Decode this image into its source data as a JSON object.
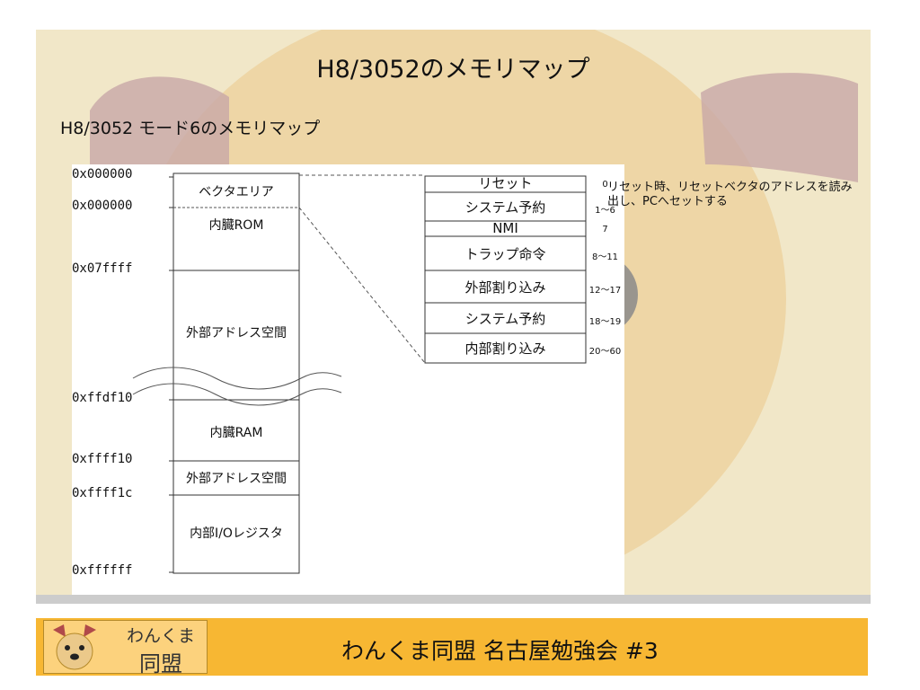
{
  "slide": {
    "title": "H8/3052のメモリマップ",
    "subtitle": "H8/3052 モード6のメモリマップ",
    "note": "リセット時、リセットベクタのアドレスを読み出し、PCへセットする"
  },
  "memory_map": {
    "blocks": [
      {
        "label": "ベクタエリア"
      },
      {
        "label": "内臓ROM"
      },
      {
        "label": "外部アドレス空間"
      },
      {
        "label": "内臓RAM"
      },
      {
        "label": "外部アドレス空間"
      },
      {
        "label": "内部I/Oレジスタ"
      }
    ],
    "addresses": [
      "0x000000",
      "0x000000",
      "0x07ffff",
      "0xffdf10",
      "0xffff10",
      "0xffff1c",
      "0xffffff"
    ]
  },
  "vector_table": {
    "rows": [
      {
        "label": "リセット",
        "num": "0"
      },
      {
        "label": "システム予約",
        "num": "1〜6"
      },
      {
        "label": "NMI",
        "num": "7"
      },
      {
        "label": "トラップ命令",
        "num": "8〜11"
      },
      {
        "label": "外部割り込み",
        "num": "12〜17"
      },
      {
        "label": "システム予約",
        "num": "18〜19"
      },
      {
        "label": "内部割り込み",
        "num": "20〜60"
      }
    ]
  },
  "footer": {
    "logo_line1": "わんくま",
    "logo_line2": "同盟",
    "text": "わんくま同盟 名古屋勉強会 #3"
  },
  "colors": {
    "slide_bg": "#f1e7c8",
    "footer_bg": "#f7b733",
    "bear_ear": "#c8a7a8",
    "bear_face": "#ebc98a"
  }
}
